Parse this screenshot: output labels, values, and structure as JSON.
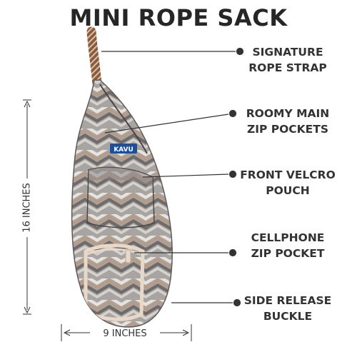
{
  "title": "MINI ROPE SACK",
  "callouts": [
    {
      "line1": "SIGNATURE",
      "line2": "ROPE STRAP"
    },
    {
      "line1": "ROOMY MAIN",
      "line2": "ZIP POCKETS"
    },
    {
      "line1": "FRONT VELCRO",
      "line2": "POUCH"
    },
    {
      "line1": "CELLPHONE",
      "line2": "ZIP POCKET"
    },
    {
      "line1": "SIDE RELEASE",
      "line2": "BUCKLE"
    }
  ],
  "dimensions": {
    "height_label": "16 INCHES",
    "width_label": "9 INCHES"
  },
  "brand_label": "KAVU",
  "colors": {
    "rope": "#8c5a3c",
    "bag_base": "#a8a4a2",
    "chevron_light": "#e6e3df",
    "chevron_tan": "#b89b84",
    "chevron_dark": "#6f6b6a",
    "pocket_trim": "#e8d8c8",
    "label_blue": "#1c4f9c",
    "leader_line": "#333333"
  }
}
